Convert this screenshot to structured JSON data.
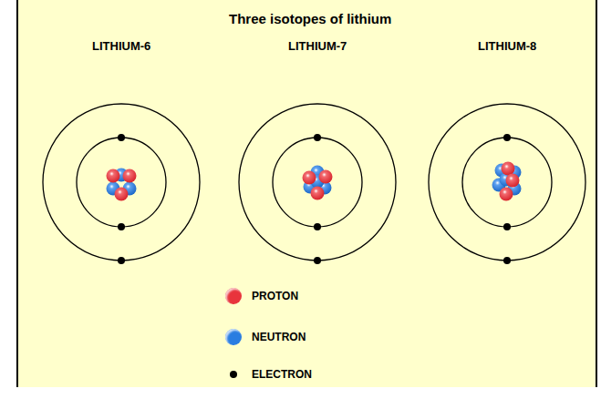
{
  "diagram": {
    "title": "Three isotopes of lithium",
    "labels": [
      "LITHIUM-6",
      "LITHIUM-7",
      "LITHIUM-8"
    ],
    "legend": [
      {
        "text": "PROTON",
        "color": "#e8343c"
      },
      {
        "text": "NEUTRON",
        "color": "#2a7de1"
      },
      {
        "text": "ELECTRON",
        "color": "#000000"
      }
    ]
  }
}
